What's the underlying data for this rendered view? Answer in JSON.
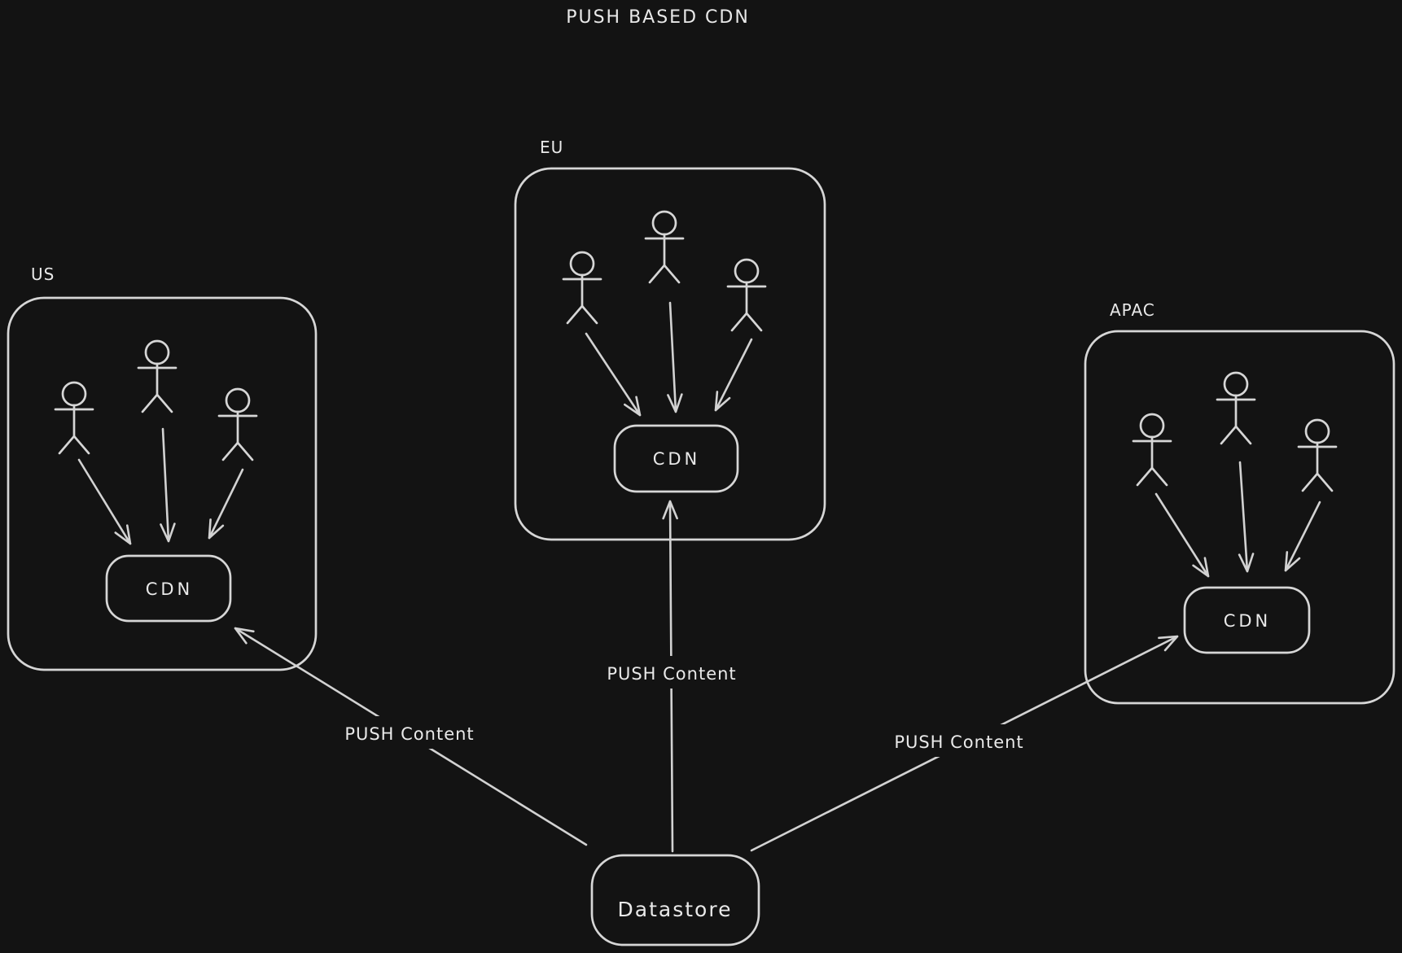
{
  "title": "PUSH BASED CDN",
  "colors": {
    "background": "#131313",
    "stroke": "#d6d6d6",
    "text": "#e9e9e9"
  },
  "regions": [
    {
      "id": "us",
      "label": "US",
      "cdn_label": "CDN",
      "user_count": 3
    },
    {
      "id": "eu",
      "label": "EU",
      "cdn_label": "CDN",
      "user_count": 3
    },
    {
      "id": "apac",
      "label": "APAC",
      "cdn_label": "CDN",
      "user_count": 3
    }
  ],
  "datastore": {
    "label": "Datastore"
  },
  "edges": [
    {
      "from": "datastore",
      "to": "us-cdn",
      "label": "PUSH Content"
    },
    {
      "from": "datastore",
      "to": "eu-cdn",
      "label": "PUSH Content"
    },
    {
      "from": "datastore",
      "to": "apac-cdn",
      "label": "PUSH Content"
    }
  ]
}
